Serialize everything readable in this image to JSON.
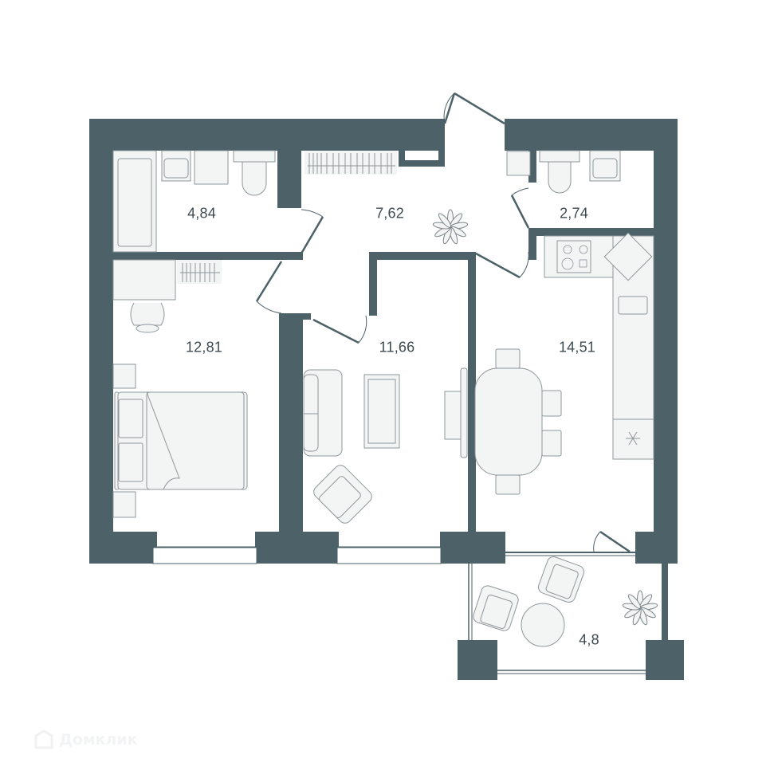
{
  "plan": {
    "type": "apartment-floor-plan",
    "colors": {
      "wall": "#4c6168",
      "furniture_fill": "#f3f4f4",
      "furniture_stroke": "#8e979b",
      "text": "#3e4a50",
      "background": "#ffffff"
    },
    "rooms": [
      {
        "id": "bathroom",
        "area": "4,84"
      },
      {
        "id": "hallway",
        "area": "7,62"
      },
      {
        "id": "wc",
        "area": "2,74"
      },
      {
        "id": "bedroom",
        "area": "12,81"
      },
      {
        "id": "living-room",
        "area": "11,66"
      },
      {
        "id": "kitchen",
        "area": "14,51"
      },
      {
        "id": "balcony",
        "area": "4,8"
      }
    ]
  },
  "watermark": {
    "brand": "Домклик"
  }
}
